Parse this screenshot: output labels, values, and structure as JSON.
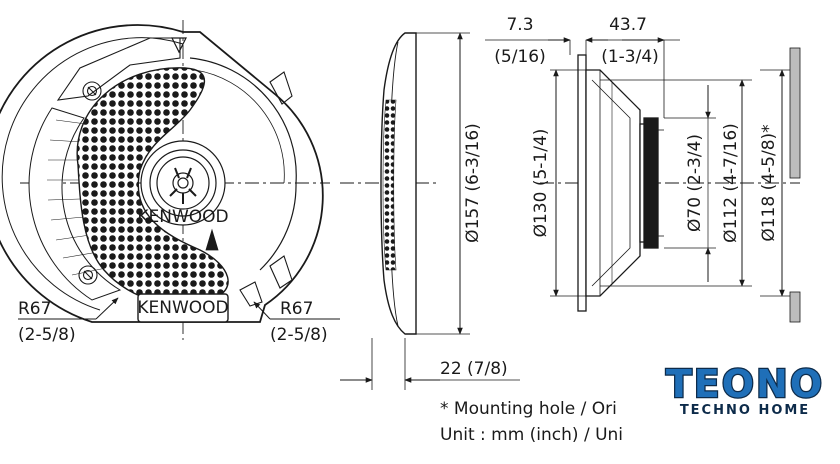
{
  "front_view": {
    "brand_center": "KENWOOD",
    "brand_badge": "KENWOOD",
    "left_radius": "R67",
    "left_radius_in": "(2-5/8)",
    "right_radius": "R67",
    "right_radius_in": "(2-5/8)"
  },
  "side_view": {
    "diameter_label": "Ø157 (6-3/16)",
    "depth_label": "22 (7/8)"
  },
  "profile_view": {
    "flange_label": "7.3",
    "flange_label_in": "(5/16)",
    "depth_label": "43.7",
    "depth_label_in": "(1-3/4)",
    "d130_label": "Ø130 (5-1/4)",
    "d70_label": "Ø70 (2-3/4)",
    "d112_label": "Ø112 (4-7/16)",
    "d118_label": "Ø118 (4-5/8)*"
  },
  "notes": {
    "line1": "* Mounting hole / Ori",
    "line2": "Unit : mm (inch) / Uni"
  },
  "watermark": {
    "title": "TEONO",
    "subtitle": "TECHNO HOME",
    "color_fill": "#1f6fb8",
    "color_outline": "#0d2b4a"
  }
}
